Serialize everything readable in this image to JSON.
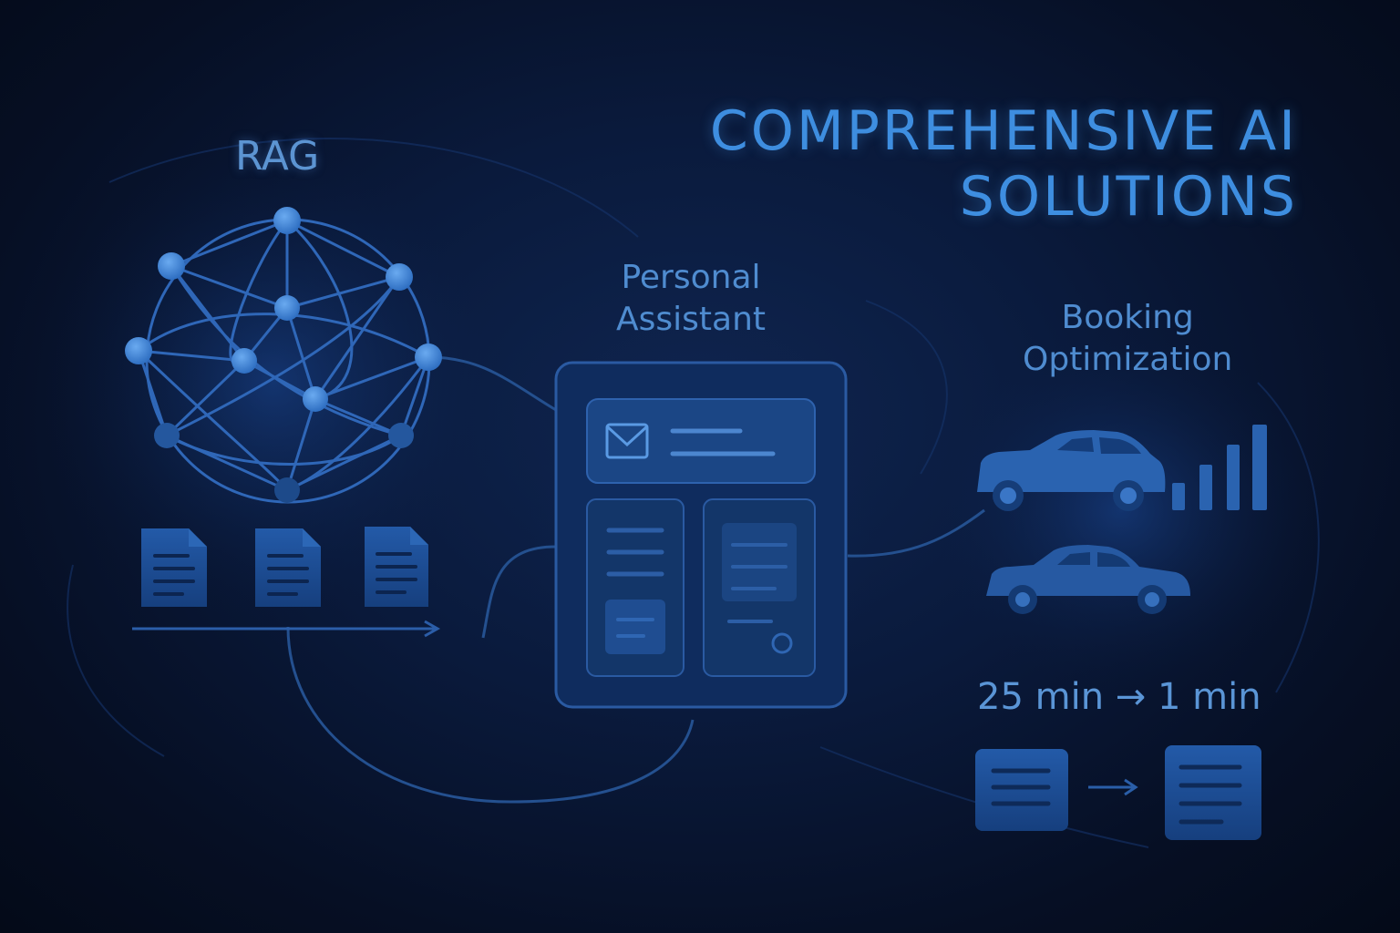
{
  "title": {
    "line1": "COMPREHENSIVE AI",
    "line2": "SOLUTIONS"
  },
  "rag": {
    "label": "RAG"
  },
  "personal_assistant": {
    "line1": "Personal",
    "line2": "Assistant"
  },
  "booking_optimization": {
    "line1": "Booking",
    "line2": "Optimization",
    "time_improvement": "25 min → 1 min"
  },
  "colors": {
    "accent": "#3e8ee0",
    "node": "#4a90e2",
    "card": "#1d4a8c",
    "background": "#08163a"
  },
  "icons": [
    "network-graph-icon",
    "document-icon",
    "mail-icon",
    "car-icon",
    "bar-chart-icon",
    "arrow-right-icon"
  ]
}
